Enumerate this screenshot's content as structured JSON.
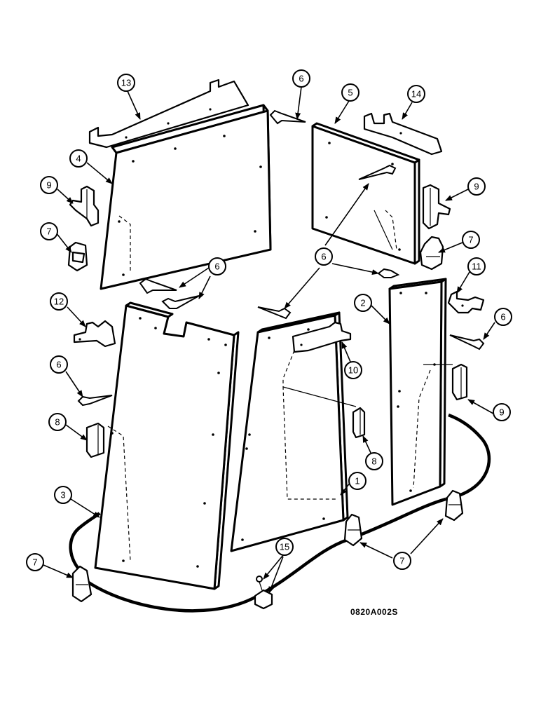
{
  "drawing": {
    "code": "0820A002S",
    "callouts": [
      {
        "id": "c13",
        "label": "13"
      },
      {
        "id": "c6a",
        "label": "6"
      },
      {
        "id": "c5",
        "label": "5"
      },
      {
        "id": "c14",
        "label": "14"
      },
      {
        "id": "c4",
        "label": "4"
      },
      {
        "id": "c9a",
        "label": "9"
      },
      {
        "id": "c9b",
        "label": "9"
      },
      {
        "id": "c7a",
        "label": "7"
      },
      {
        "id": "c7b",
        "label": "7"
      },
      {
        "id": "c6b",
        "label": "6"
      },
      {
        "id": "c6c",
        "label": "6"
      },
      {
        "id": "c11",
        "label": "11"
      },
      {
        "id": "c12",
        "label": "12"
      },
      {
        "id": "c2",
        "label": "2"
      },
      {
        "id": "c6d",
        "label": "6"
      },
      {
        "id": "c6e",
        "label": "6"
      },
      {
        "id": "c10",
        "label": "10"
      },
      {
        "id": "c9c",
        "label": "9"
      },
      {
        "id": "c8a",
        "label": "8"
      },
      {
        "id": "c8b",
        "label": "8"
      },
      {
        "id": "c1",
        "label": "1"
      },
      {
        "id": "c3",
        "label": "3"
      },
      {
        "id": "c15",
        "label": "15"
      },
      {
        "id": "c7c",
        "label": "7"
      },
      {
        "id": "c7d",
        "label": "7"
      }
    ]
  }
}
